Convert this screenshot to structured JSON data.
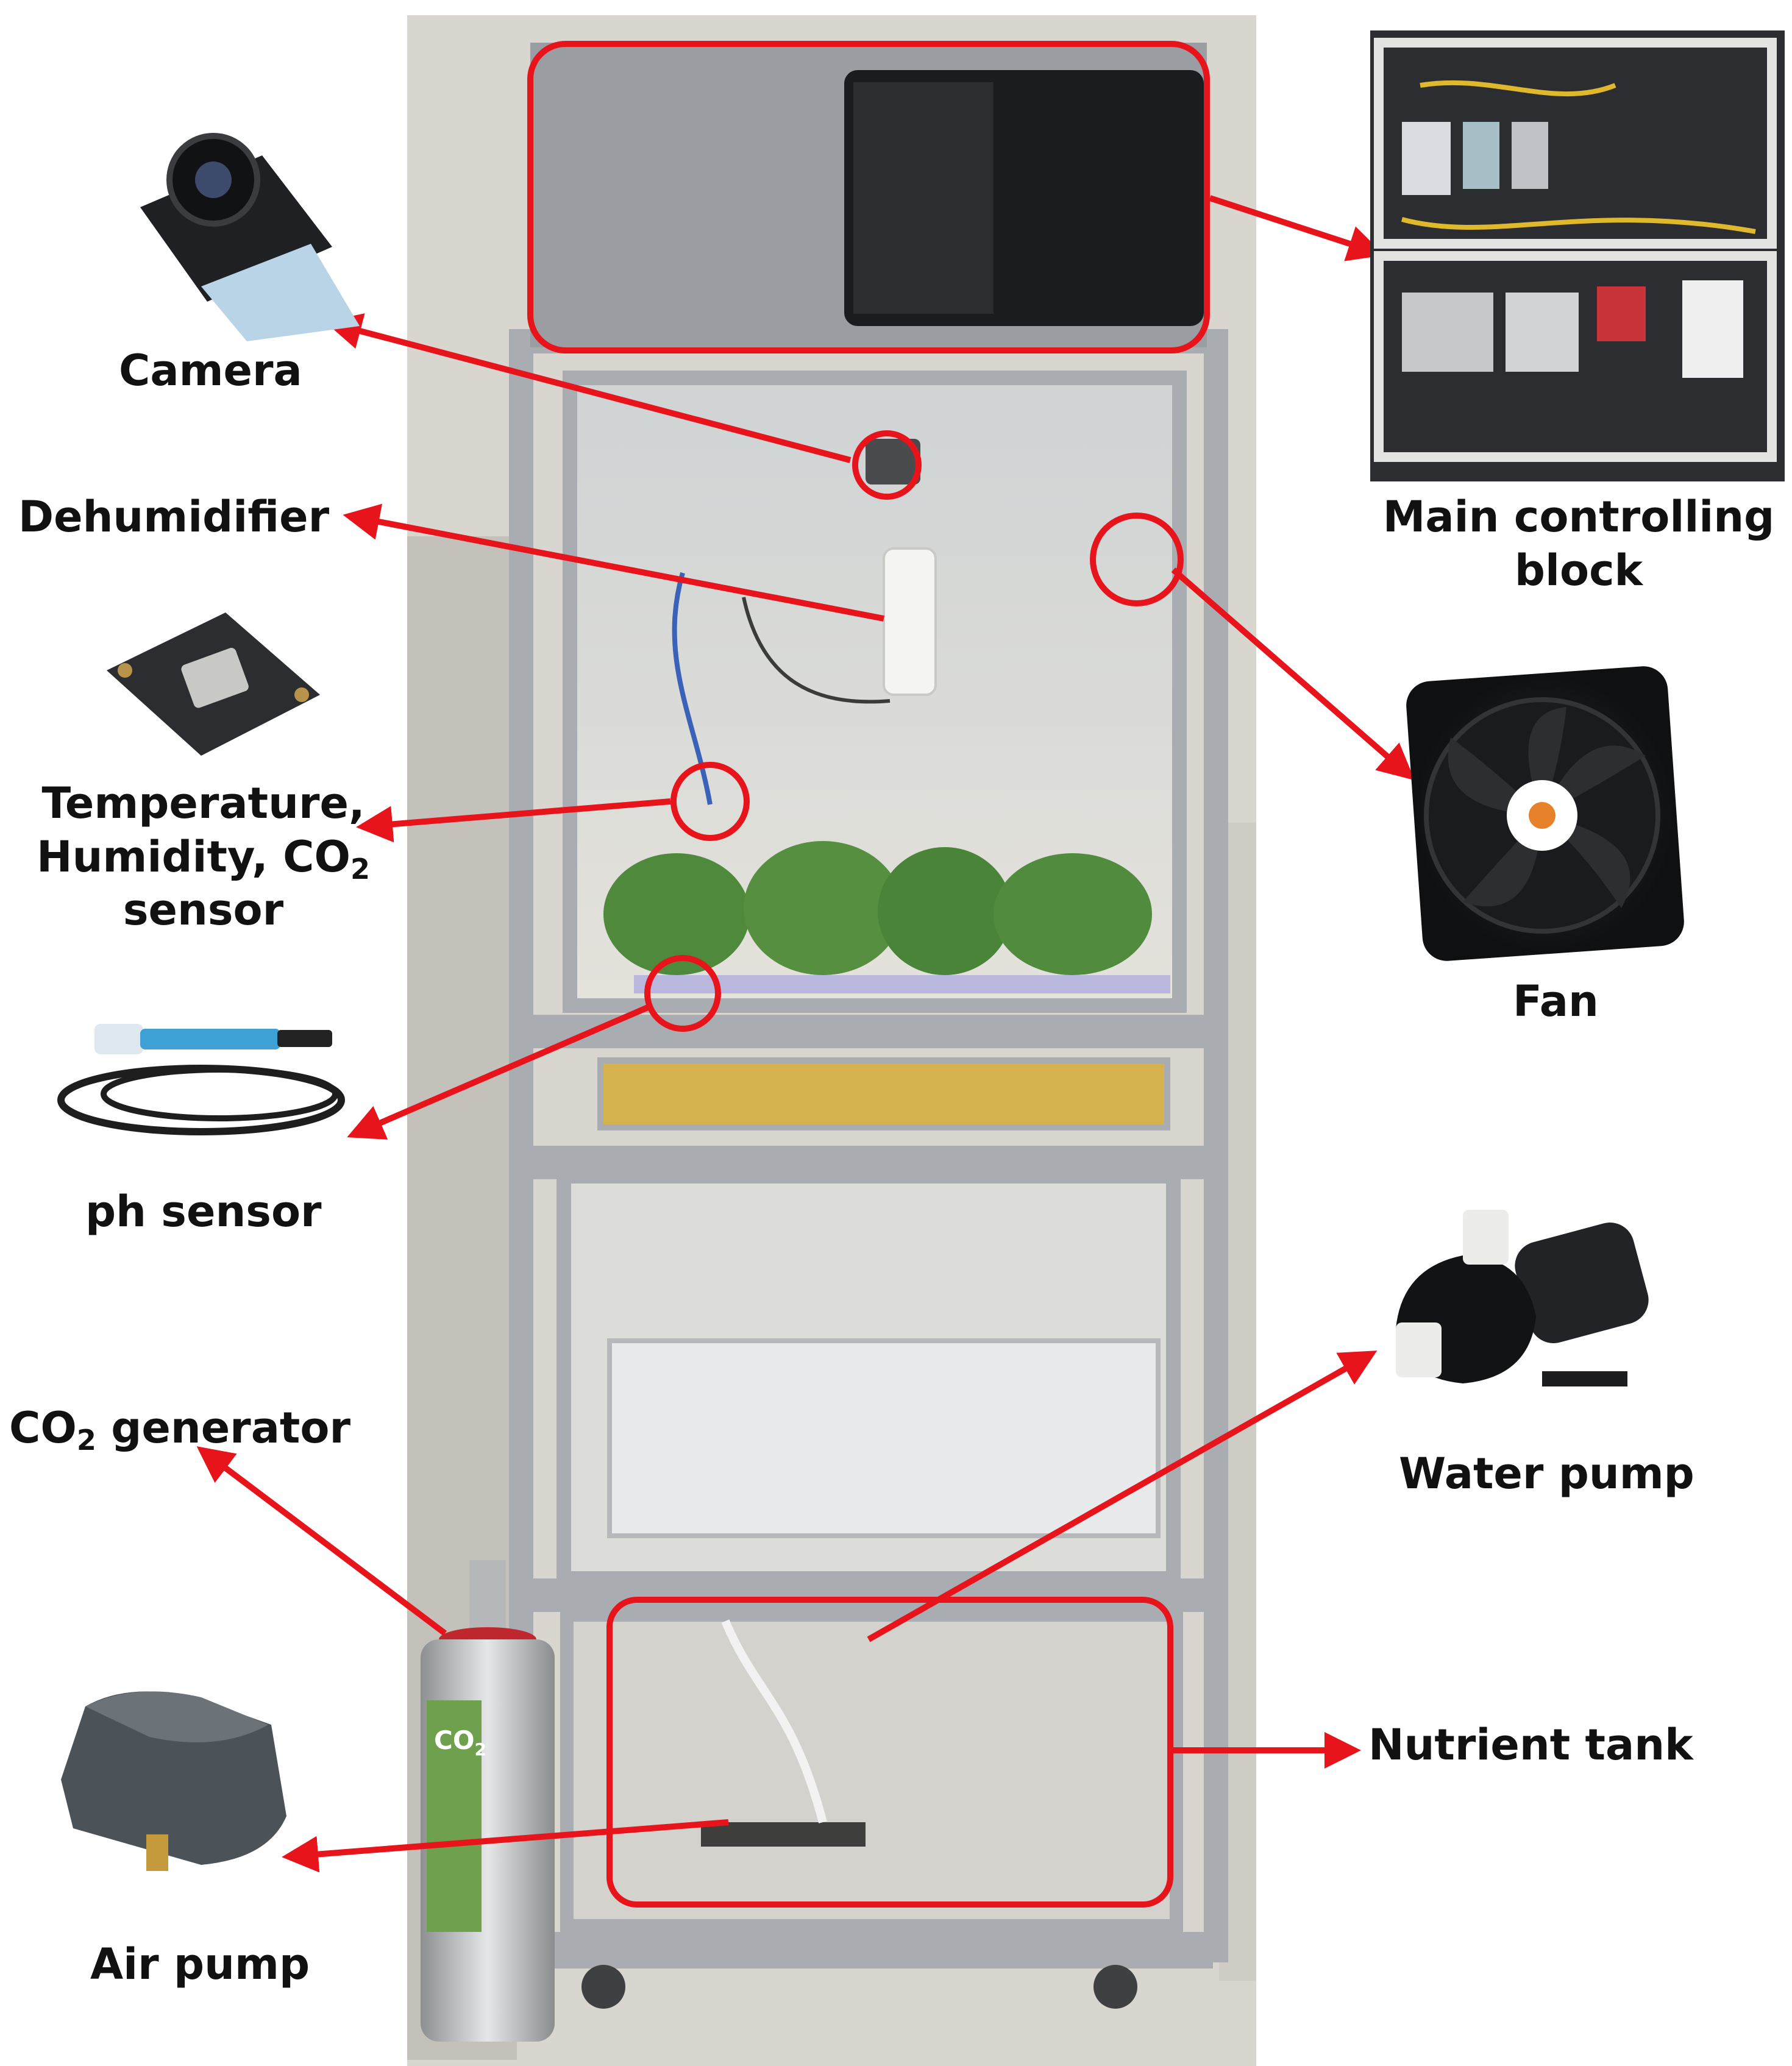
{
  "labels": {
    "camera": "Camera",
    "dehumidifier": "Dehumidifier",
    "thc_line1": "Temperature,",
    "thc_line2": "Humidity, CO",
    "thc_line2_sub": "2",
    "thc_line3": "sensor",
    "ph_sensor": "ph sensor",
    "co2_prefix": "CO",
    "co2_sub": "2",
    "co2_suffix": " generator",
    "air_pump": "Air pump",
    "main_line1": "Main controlling",
    "main_line2": "block",
    "fan": "Fan",
    "water_pump": "Water pump",
    "nutrient_tank": "Nutrient tank"
  },
  "photo_text": {
    "cylinder_label": "CO",
    "cylinder_sub": "2"
  },
  "colors": {
    "callout": "#e8141c",
    "frame": "#a9adb2",
    "panel": "#9a9da1",
    "screen": "#1b1c1f",
    "foliage": "#4f8a3c",
    "wall": "#d9d6cf"
  }
}
